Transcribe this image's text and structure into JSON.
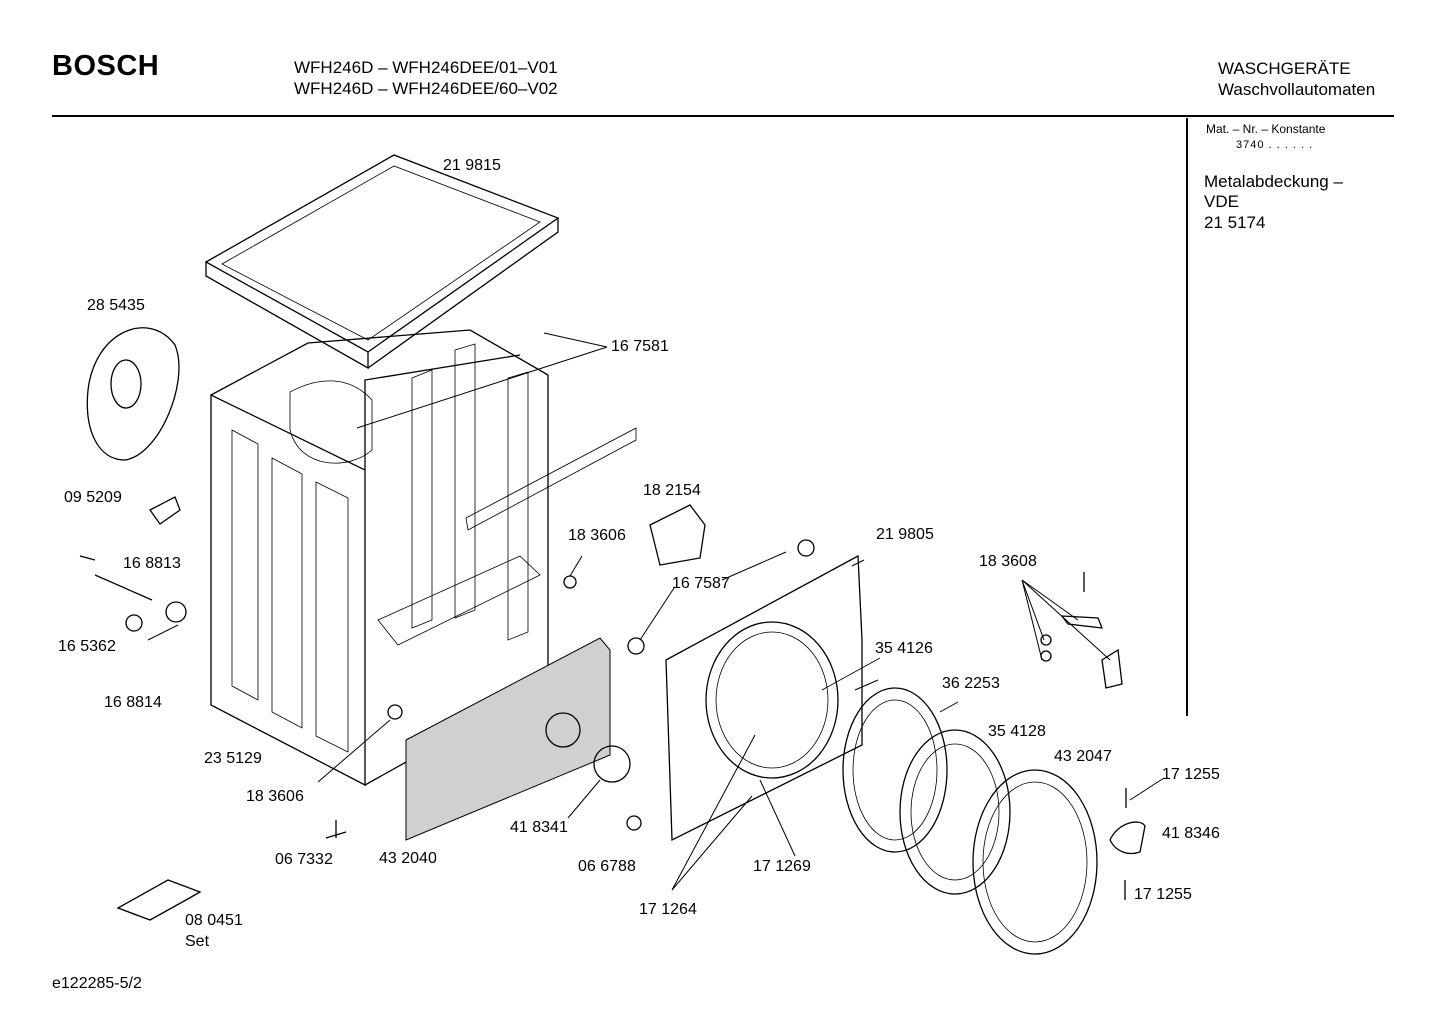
{
  "header": {
    "brand": "BOSCH",
    "model_line_1": "WFH246D – WFH246DEE/01–V01",
    "model_line_2": "WFH246D – WFH246DEE/60–V02",
    "category_line_1": "WASCHGERÄTE",
    "category_line_2": "Waschvollautomaten"
  },
  "sidebar": {
    "mat_label": "Mat. – Nr. – Konstante",
    "mat_value": "3740 . . . . . .",
    "note_line_1": "Metalabdeckung –",
    "note_line_2": "VDE",
    "note_line_3": "21 5174"
  },
  "parts": {
    "p219815": "21 9815",
    "p285435": "28 5435",
    "p167581": "16 7581",
    "p095209": "09 5209",
    "p182154": "18 2154",
    "p168813": "16 8813",
    "p183606a": "18 3606",
    "p219805": "21 9805",
    "p167587": "16 7587",
    "p183608": "18 3608",
    "p165362": "16 5362",
    "p354126": "35 4126",
    "p168814": "16 8814",
    "p362253": "36 2253",
    "p354128": "35 4128",
    "p235129": "23 5129",
    "p432047": "43 2047",
    "p171255a": "17 1255",
    "p183606b": "18 3606",
    "p418341": "41 8341",
    "p418346": "41 8346",
    "p067332": "06 7332",
    "p432040": "43 2040",
    "p066788": "06 6788",
    "p171269": "17 1269",
    "p171255b": "17 1255",
    "p171264": "17 1264",
    "p080451": "08 0451",
    "p080451_set": "Set"
  },
  "footer": {
    "code": "e122285-5/2"
  }
}
